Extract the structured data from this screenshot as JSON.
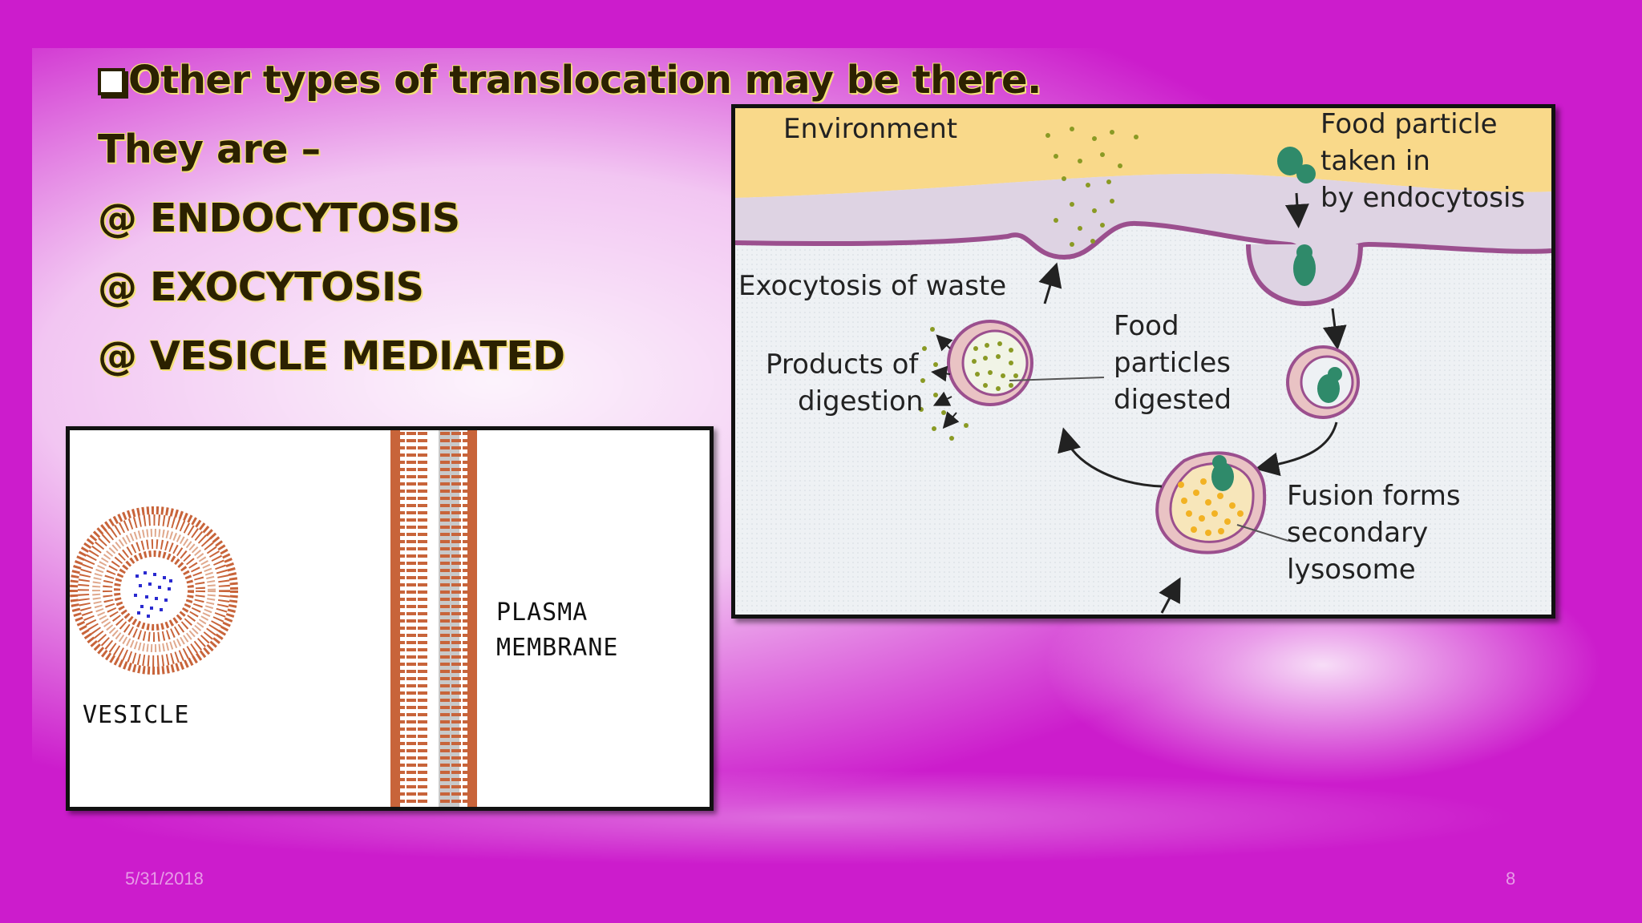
{
  "slide": {
    "title": "Other types of translocation may be there.",
    "intro": "They are –",
    "bullets": [
      "@ ENDOCYTOSIS",
      "@ EXOCYTOSIS",
      "@ VESICLE MEDIATED"
    ],
    "date": "5/31/2018",
    "page_number": "8"
  },
  "vesicle_figure": {
    "vesicle_label": "VESICLE",
    "membrane_label_line1": "PLASMA",
    "membrane_label_line2": "MEMBRANE"
  },
  "endocytosis_figure": {
    "environment": "Environment",
    "food_particle_line1": "Food particle",
    "food_particle_line2": "taken in",
    "food_particle_line3": "by endocytosis",
    "exocytosis": "Exocytosis of waste",
    "products_line1": "Products of",
    "products_line2": "digestion",
    "food_digested_line1": "Food",
    "food_digested_line2": "particles",
    "food_digested_line3": "digested",
    "fusion_line1": "Fusion forms",
    "fusion_line2": "secondary",
    "fusion_line3": "lysosome"
  },
  "colors": {
    "background": "#cc1ccc",
    "text": "#2b2100",
    "text_outline": "#f3e07a",
    "environment": "#f9d98a",
    "membrane": "#9b4f8e",
    "food_particle": "#2f8a6a",
    "bilayer": "#c8643a"
  }
}
